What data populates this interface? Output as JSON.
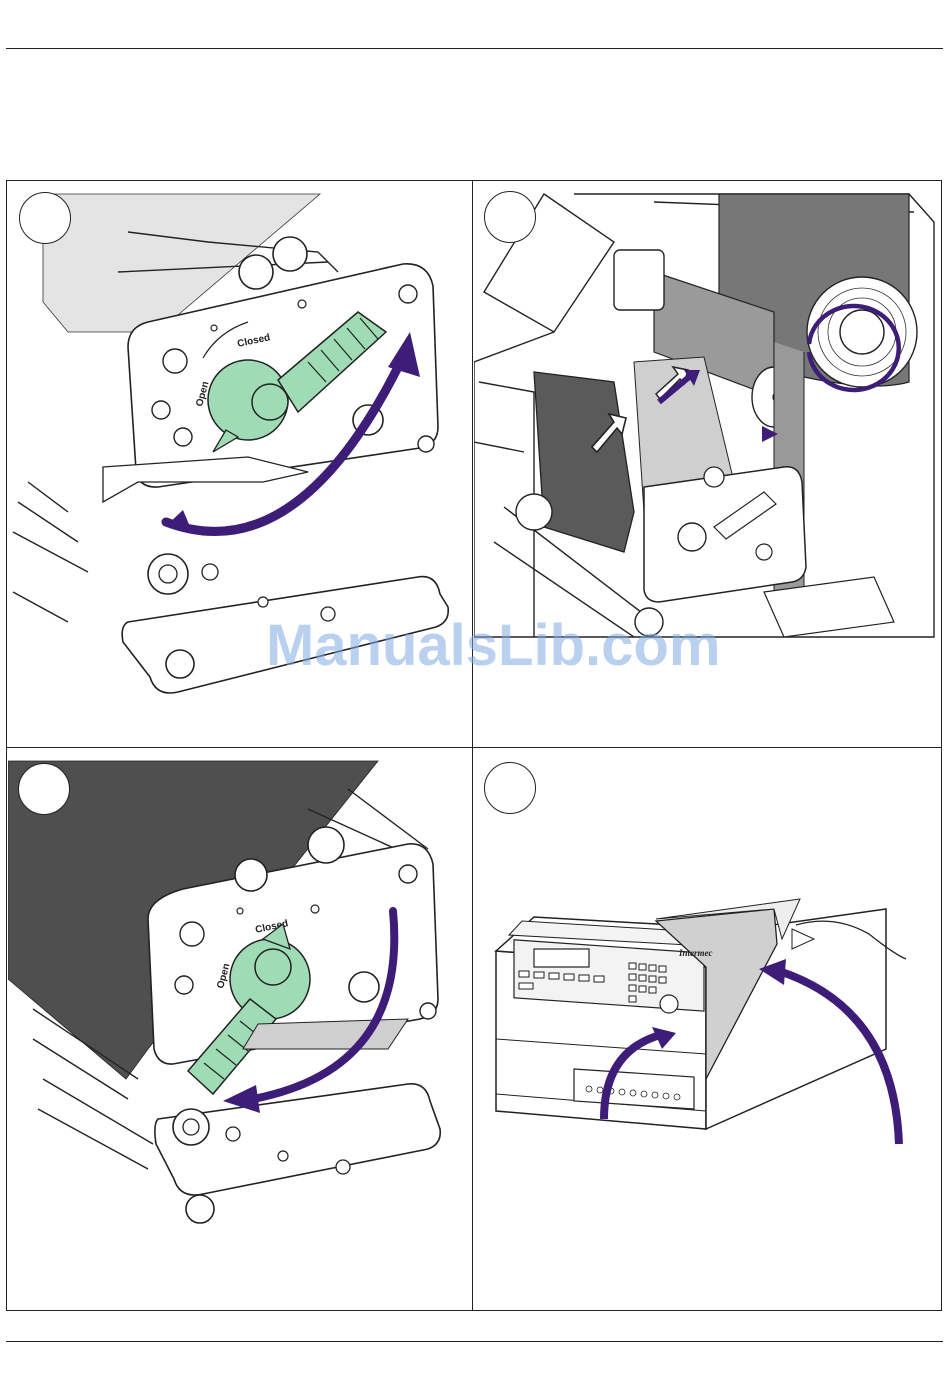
{
  "colors": {
    "arrow": "#3d1d78",
    "lever": "#9fdcb6",
    "ribbon": "#5a5a5a",
    "line": "#222222"
  },
  "panels": [
    {
      "id": "step-1",
      "dial_closed": "Closed",
      "dial_open": "Open"
    },
    {
      "id": "step-2"
    },
    {
      "id": "step-3",
      "dial_closed": "Closed",
      "dial_open": "Open"
    },
    {
      "id": "step-4",
      "brand": "Intermec"
    }
  ],
  "watermark": "ManualsLib.com"
}
